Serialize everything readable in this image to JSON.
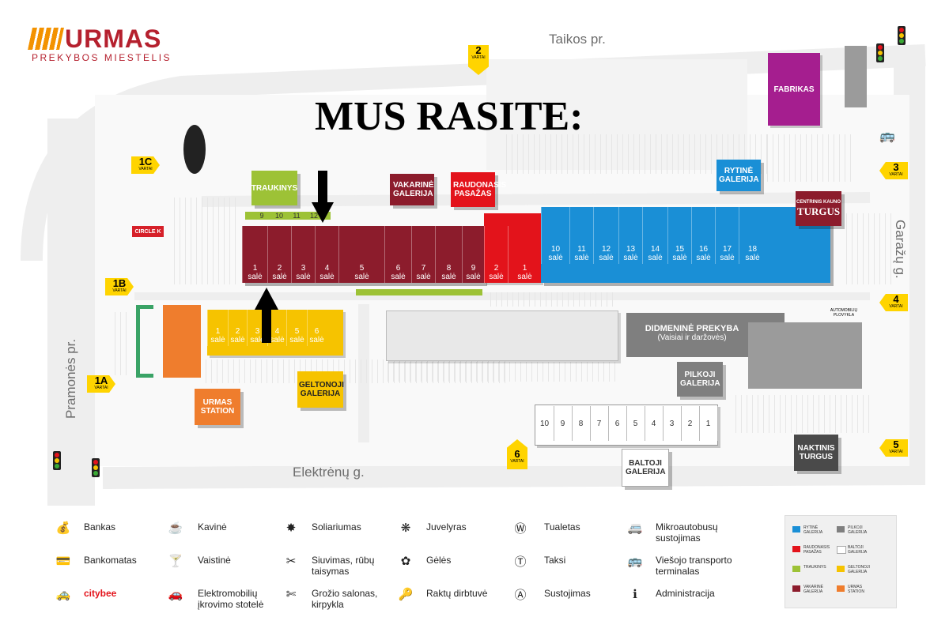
{
  "logo": {
    "brand": "URMAS",
    "sub": "PREKYBOS MIESTELIS"
  },
  "headline": "MUS RASITE:",
  "roads": {
    "top": "Taikos pr.",
    "right": "Garažų g.",
    "left": "Pramonės pr.",
    "bottom": "Elektrėnų g."
  },
  "gates": [
    {
      "id": "1A",
      "label": "1A",
      "sub": "VARTAI"
    },
    {
      "id": "1B",
      "label": "1B",
      "sub": "VARTAI"
    },
    {
      "id": "1C",
      "label": "1C",
      "sub": "VARTAI"
    },
    {
      "id": "2",
      "label": "2",
      "sub": "VARTAI"
    },
    {
      "id": "3",
      "label": "3",
      "sub": "VARTAI"
    },
    {
      "id": "4",
      "label": "4",
      "sub": "VARTAI"
    },
    {
      "id": "5",
      "label": "5",
      "sub": "VARTAI"
    },
    {
      "id": "6",
      "label": "6",
      "sub": "VARTAI"
    }
  ],
  "zones": {
    "traukinys": "TRAUKINYS",
    "vakarine": "VAKARINĖ GALERIJA",
    "raudonasis": "RAUDONASIS PASAŽAS",
    "rytine": "RYTINĖ GALERIJA",
    "turgus_top": "CENTRINIS KAUNO",
    "turgus": "TURGUS",
    "fabrikas": "FABRIKAS",
    "geltonoji": "GELTONOJI GALERIJA",
    "station": "URMAS STATION",
    "didmenine": "DIDMENINĖ PREKYBA",
    "didmenine_sub": "(Vaisiai ir daržovės)",
    "pilkoji": "PILKOJI GALERIJA",
    "baltoji": "BALTOJI GALERIJA",
    "naktinis": "NAKTINIS TURGUS",
    "circle_k": "CIRCLE K",
    "plovykla": "AUTOMOBILIŲ PLOVYKLA"
  },
  "halls_maroon": [
    {
      "num": "1",
      "label": "salė"
    },
    {
      "num": "2",
      "label": "salė"
    },
    {
      "num": "3",
      "label": "salė"
    },
    {
      "num": "4",
      "label": "salė"
    },
    {
      "num": "5",
      "label": "salė"
    },
    {
      "num": "6",
      "label": "salė"
    },
    {
      "num": "7",
      "label": "salė"
    },
    {
      "num": "8",
      "label": "salė"
    },
    {
      "num": "9",
      "label": "salė"
    }
  ],
  "halls_red": [
    {
      "num": "2",
      "label": "salė"
    },
    {
      "num": "1",
      "label": "salė"
    }
  ],
  "halls_blue": [
    {
      "num": "10",
      "label": "salė"
    },
    {
      "num": "11",
      "label": "salė"
    },
    {
      "num": "12",
      "label": "salė"
    },
    {
      "num": "13",
      "label": "salė"
    },
    {
      "num": "14",
      "label": "salė"
    },
    {
      "num": "15",
      "label": "salė"
    },
    {
      "num": "16",
      "label": "salė"
    },
    {
      "num": "17",
      "label": "salė"
    },
    {
      "num": "18",
      "label": "salė"
    }
  ],
  "halls_yellow": [
    {
      "num": "1",
      "label": "salė"
    },
    {
      "num": "2",
      "label": "salė"
    },
    {
      "num": "3",
      "label": "salė"
    },
    {
      "num": "4",
      "label": "salė"
    },
    {
      "num": "5",
      "label": "salė"
    },
    {
      "num": "6",
      "label": "salė"
    }
  ],
  "train_halls": [
    "9",
    "10",
    "11",
    "12"
  ],
  "white_halls": [
    "10",
    "9",
    "8",
    "7",
    "6",
    "5",
    "4",
    "3",
    "2",
    "1"
  ],
  "legend": [
    {
      "icon": "bank-icon",
      "label": "Bankas"
    },
    {
      "icon": "atm-icon",
      "label": "Bankomatas"
    },
    {
      "icon": "car-icon",
      "label": "citybee"
    },
    {
      "icon": "coffee-icon",
      "label": "Kavinė"
    },
    {
      "icon": "pharmacy-icon",
      "label": "Vaistinė"
    },
    {
      "icon": "ev-charging-icon",
      "label": "Elektromobilių įkrovimo stotelė"
    },
    {
      "icon": "solarium-icon",
      "label": "Soliariumas"
    },
    {
      "icon": "sewing-icon",
      "label": "Siuvimas, rūbų taisymas"
    },
    {
      "icon": "scissors-icon",
      "label": "Grožio salonas, kirpykla"
    },
    {
      "icon": "jewelry-icon",
      "label": "Juvelyras"
    },
    {
      "icon": "flower-icon",
      "label": "Gėlės"
    },
    {
      "icon": "key-icon",
      "label": "Raktų dirbtuvė"
    },
    {
      "icon": "wc-icon",
      "label": "Tualetas"
    },
    {
      "icon": "taxi-icon",
      "label": "Taksi"
    },
    {
      "icon": "stop-icon",
      "label": "Sustojimas"
    },
    {
      "icon": "minibus-icon",
      "label": "Mikroautobusų sustojimas"
    },
    {
      "icon": "bus-icon",
      "label": "Viešojo transporto terminalas"
    },
    {
      "icon": "info-icon",
      "label": "Administracija"
    }
  ],
  "color_legend": [
    {
      "color": "#1a8fd6",
      "label": "RYTINĖ GALERIJA"
    },
    {
      "color": "#7f7f7f",
      "label": "PILKOJI GALERIJA"
    },
    {
      "color": "#e3131b",
      "label": "RAUDONASIS PASAŽAS"
    },
    {
      "color": "#ffffff",
      "label": "BALTOJI GALERIJA"
    },
    {
      "color": "#9dc236",
      "label": "TRAUKINYS"
    },
    {
      "color": "#f6c300",
      "label": "GELTONOJI GALERIJA"
    },
    {
      "color": "#8c1c2c",
      "label": "VAKARINĖ GALERIJA"
    },
    {
      "color": "#ef7d2d",
      "label": "URMAS STATION"
    }
  ]
}
